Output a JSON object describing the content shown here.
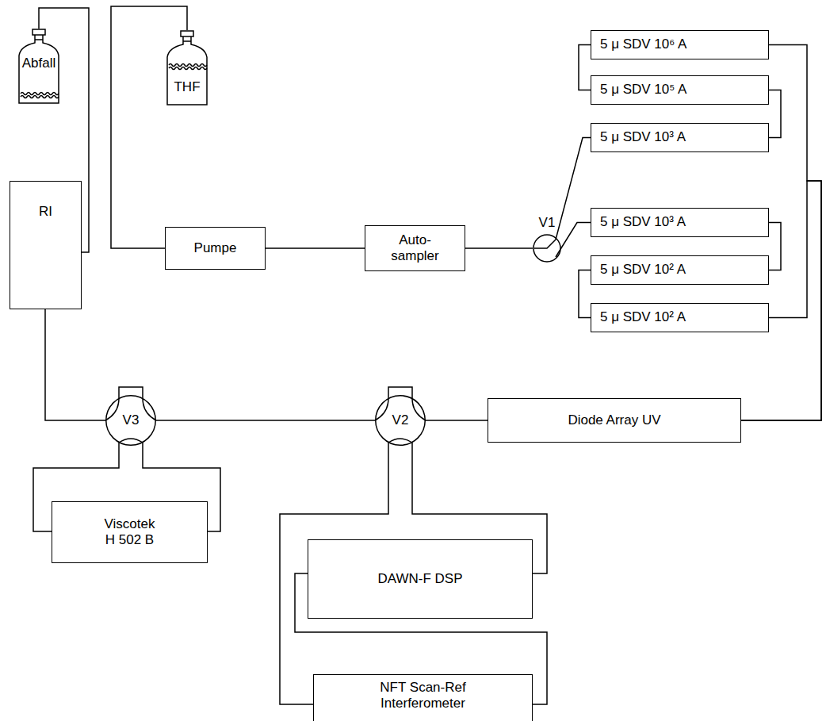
{
  "diagram": {
    "nodes": [
      {
        "text": [
          "Abfall"
        ]
      },
      {
        "text": [
          "THF"
        ]
      },
      {
        "text": [
          "Pumpe"
        ]
      },
      {
        "text": [
          "Auto- sampler"
        ]
      },
      {
        "text": [
          "V1"
        ]
      },
      {
        "text": [
          "5 μ SDV 10⁶ A"
        ]
      },
      {
        "text": [
          "5 μ SDV 10⁵ A"
        ]
      },
      {
        "text": [
          "5 μ SDV 10³ A"
        ]
      },
      {
        "text": [
          "5 μ SDV 10³ A"
        ]
      },
      {
        "text": [
          "5 μ SDV 10² A"
        ]
      },
      {
        "text": [
          "5 μ SDV 10² A"
        ]
      },
      {
        "text": [
          "Diode Array UV"
        ]
      },
      {
        "text": [
          "V2"
        ]
      },
      {
        "text": [
          "V3"
        ]
      },
      {
        "text": [
          "RI"
        ]
      },
      {
        "text": [
          "Viscotek H 502 B"
        ]
      },
      {
        "text": [
          "DAWN-F DSP"
        ]
      },
      {
        "text": [
          "NFT Scan-Ref Interferometer"
        ]
      }
    ],
    "edges": [
      {
        "from": 1,
        "to": 2,
        "arrow": "none"
      },
      {
        "from": 2,
        "to": 3,
        "arrow": "none"
      },
      {
        "from": 3,
        "to": 4,
        "arrow": "none"
      },
      {
        "from": 4,
        "to": 7,
        "arrow": "none"
      },
      {
        "from": 4,
        "to": 8,
        "arrow": "none"
      },
      {
        "from": 7,
        "to": 6,
        "arrow": "none"
      },
      {
        "from": 6,
        "to": 5,
        "arrow": "none"
      },
      {
        "from": 5,
        "to": 11,
        "arrow": "none"
      },
      {
        "from": 8,
        "to": 9,
        "arrow": "none"
      },
      {
        "from": 9,
        "to": 10,
        "arrow": "none"
      },
      {
        "from": 10,
        "to": 11,
        "arrow": "none"
      },
      {
        "from": 11,
        "to": 12,
        "arrow": "none"
      },
      {
        "from": 12,
        "to": 16,
        "arrow": "none"
      },
      {
        "from": 16,
        "to": 17,
        "arrow": "none"
      },
      {
        "from": 17,
        "to": 12,
        "arrow": "none"
      },
      {
        "from": 12,
        "to": 13,
        "arrow": "none"
      },
      {
        "from": 13,
        "to": 15,
        "arrow": "none"
      },
      {
        "from": 15,
        "to": 13,
        "arrow": "none"
      },
      {
        "from": 13,
        "to": 14,
        "arrow": "none"
      },
      {
        "from": 14,
        "to": 0,
        "arrow": "none"
      }
    ]
  }
}
